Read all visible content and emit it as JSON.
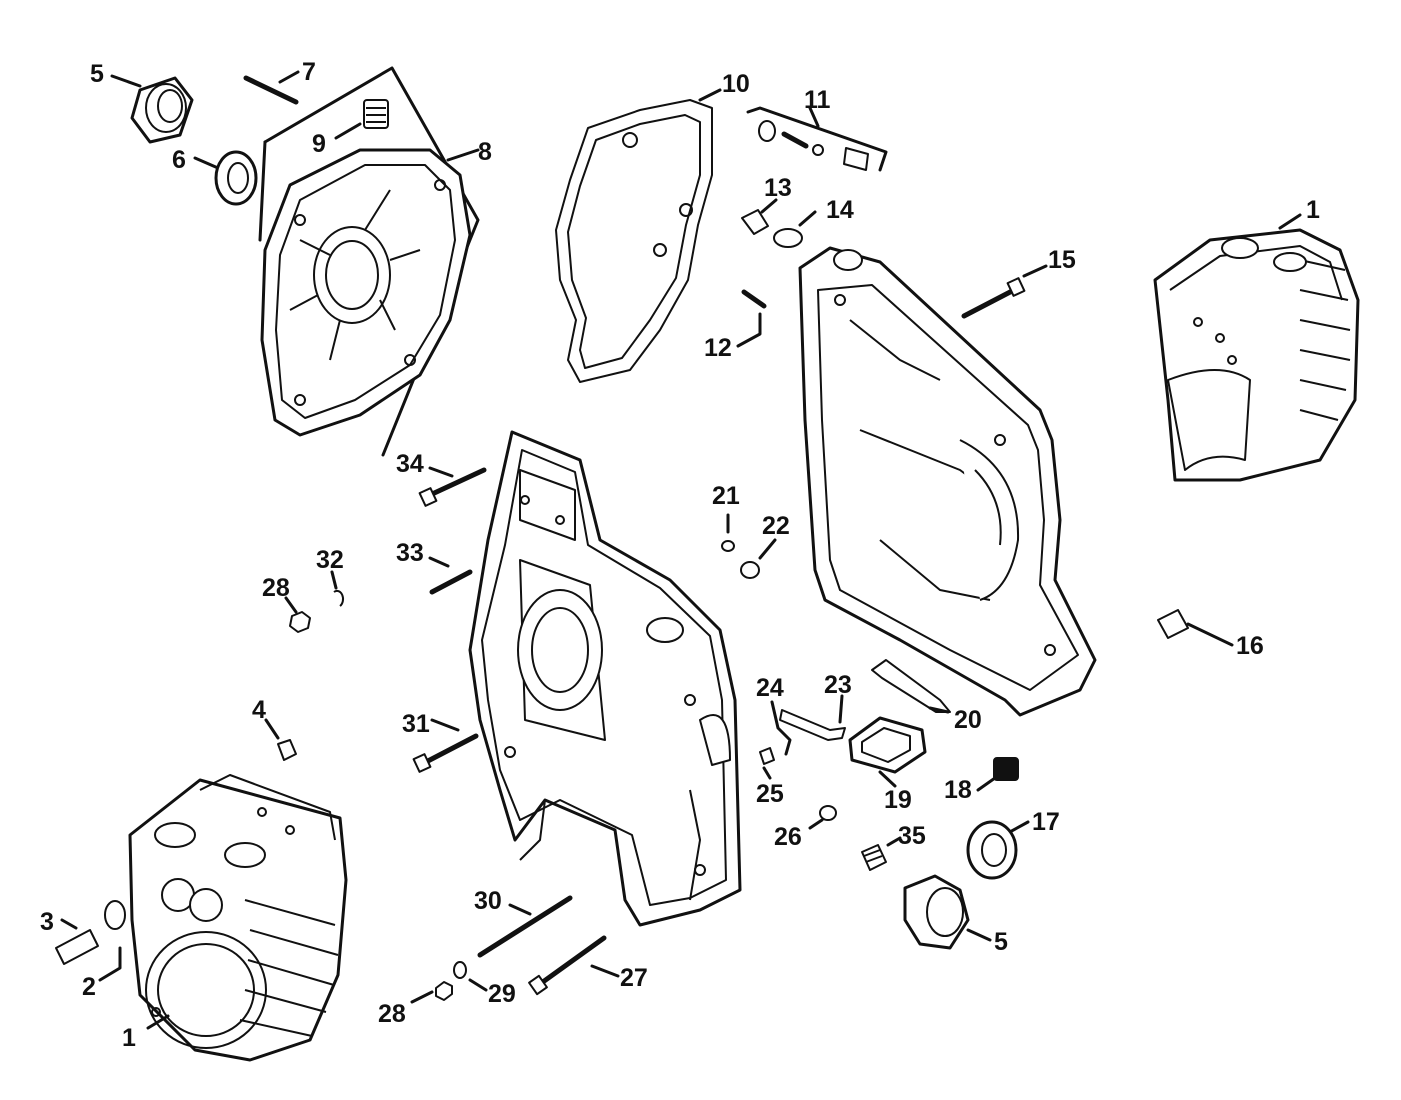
{
  "callouts": {
    "c1a": "1",
    "c1b": "1",
    "c2": "2",
    "c3": "3",
    "c4": "4",
    "c5a": "5",
    "c5b": "5",
    "c6": "6",
    "c7": "7",
    "c8": "8",
    "c9": "9",
    "c10": "10",
    "c11": "11",
    "c12": "12",
    "c13": "13",
    "c14": "14",
    "c15": "15",
    "c16": "16",
    "c17": "17",
    "c18": "18",
    "c19": "19",
    "c20": "20",
    "c21": "21",
    "c22": "22",
    "c23": "23",
    "c24": "24",
    "c25": "25",
    "c26": "26",
    "c27": "27",
    "c28a": "28",
    "c28b": "28",
    "c29": "29",
    "c30": "30",
    "c31": "31",
    "c32": "32",
    "c33": "33",
    "c34": "34",
    "c35": "35"
  }
}
